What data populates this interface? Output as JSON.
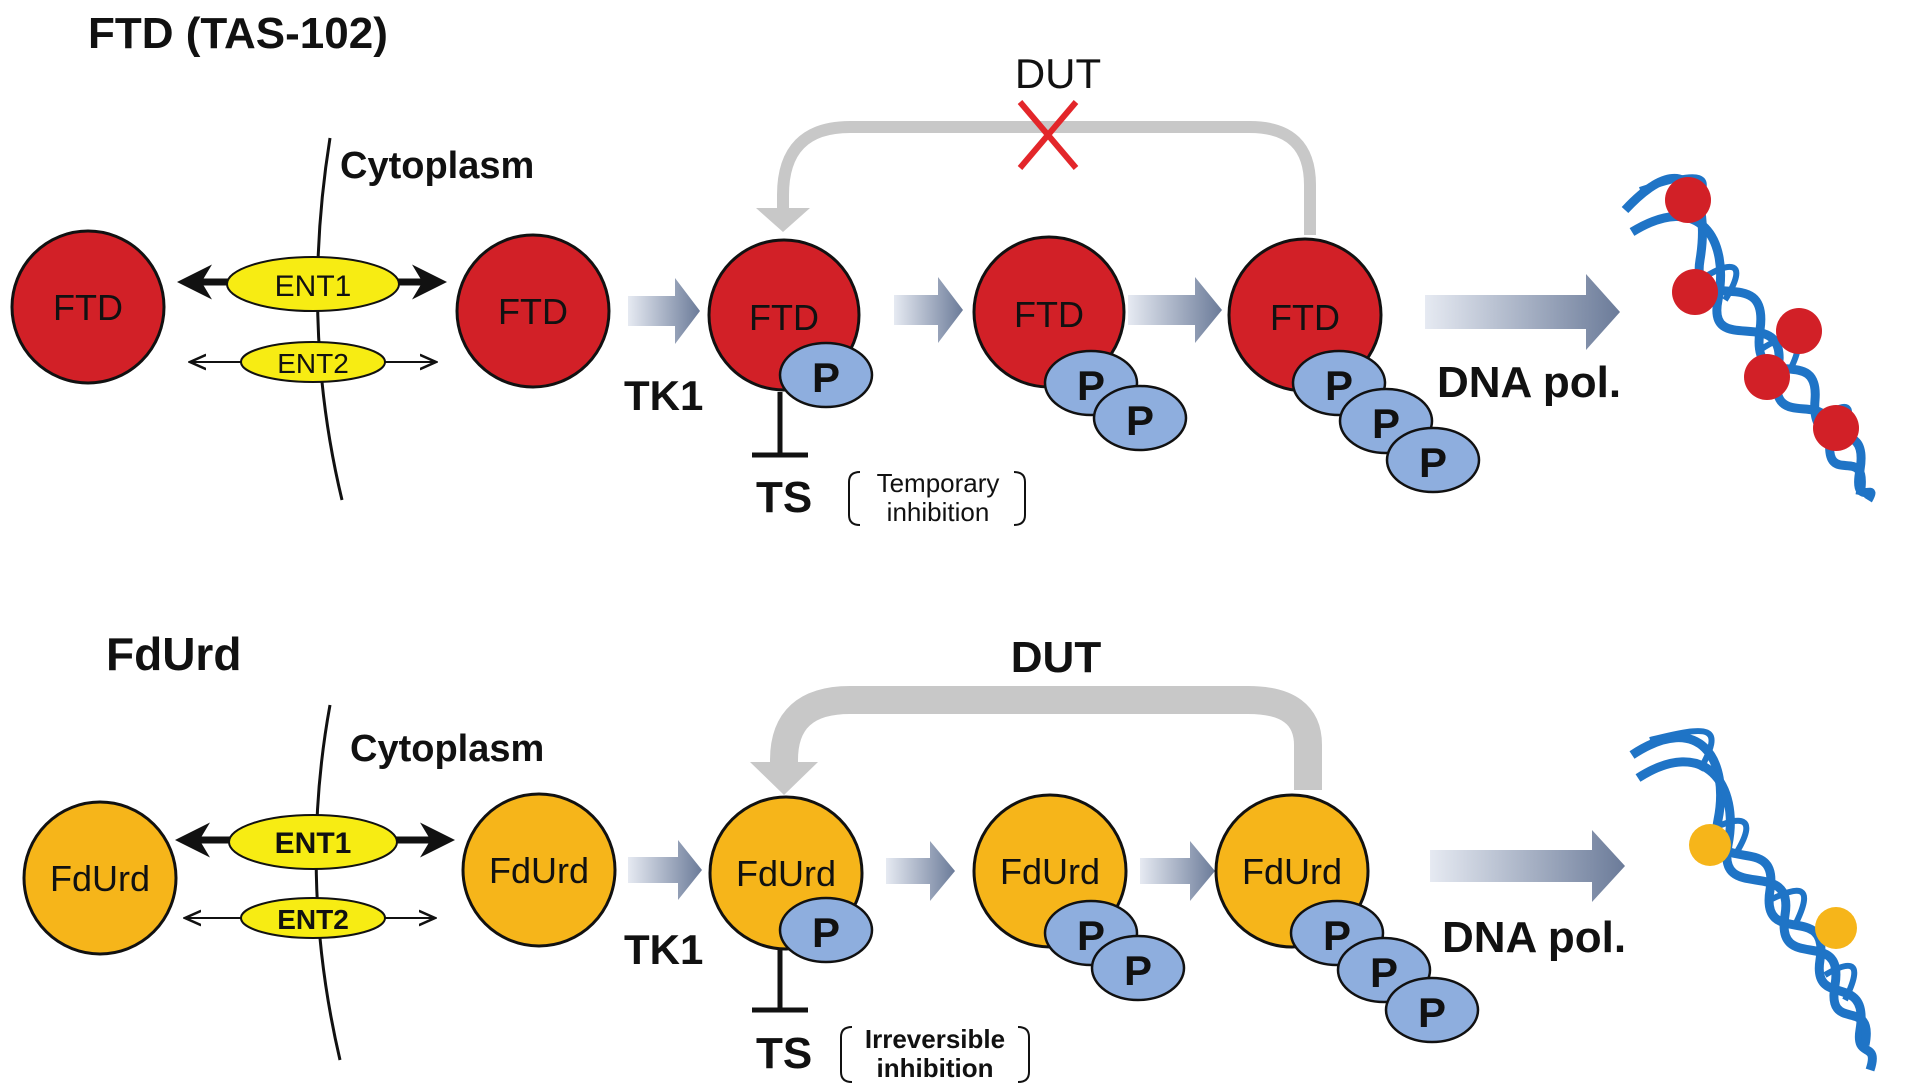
{
  "colors": {
    "ftd_red": "#d22027",
    "fdurd_orange": "#f6b51a",
    "ent_yellow": "#f7ec13",
    "phosphate_blue": "#8eaede",
    "dna_blue": "#1f74c6",
    "dut_gray": "#c8c8c8",
    "arrow_slate": "#7a8aa8",
    "cross_red": "#e3262a"
  },
  "panels": [
    {
      "title": "FTD (TAS-102)",
      "compound": "FTD",
      "cytoplasm_label": "Cytoplasm",
      "transporter_1": "ENT1",
      "transporter_2": "ENT2",
      "kinase_label": "TK1",
      "phosphate_label": "P",
      "dut_label": "DUT",
      "dut_blocked": true,
      "ts_label": "TS",
      "ts_note_line1": "Temporary",
      "ts_note_line2": "inhibition",
      "polymerase_label": "DNA pol.",
      "incorporated_marks": 5
    },
    {
      "title": "FdUrd",
      "compound": "FdUrd",
      "cytoplasm_label": "Cytoplasm",
      "transporter_1": "ENT1",
      "transporter_2": "ENT2",
      "kinase_label": "TK1",
      "phosphate_label": "P",
      "dut_label": "DUT",
      "dut_blocked": false,
      "ts_label": "TS",
      "ts_note_line1": "Irreversible",
      "ts_note_line2": "inhibition",
      "polymerase_label": "DNA pol.",
      "incorporated_marks": 2
    }
  ]
}
